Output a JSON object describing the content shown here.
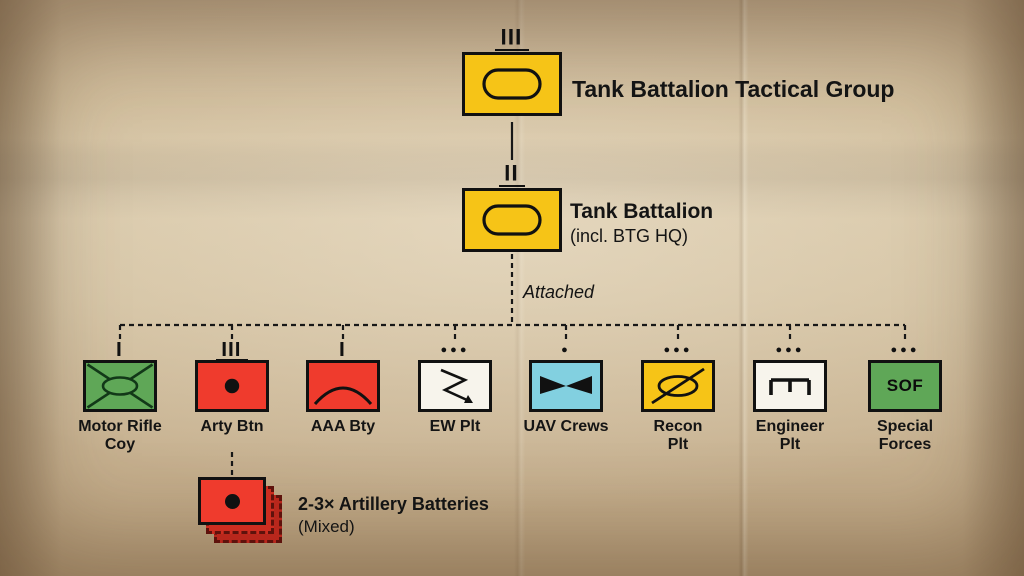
{
  "diagram": {
    "root": {
      "label": "Tank Battalion Tactical Group",
      "echelon": "|||",
      "color": "#f6c417"
    },
    "battalion": {
      "label": "Tank Battalion",
      "sublabel": "(incl. BTG HQ)",
      "echelon": "||",
      "color": "#f6c417"
    },
    "attached_label": "Attached",
    "units": [
      {
        "id": "motor-rifle-coy",
        "label1": "Motor Rifle",
        "label2": "Coy",
        "echelon": "|",
        "symbol": "mechanized-infantry",
        "color": "#5fa757"
      },
      {
        "id": "arty-btn",
        "label1": "Arty Btn",
        "label2": "",
        "echelon": "|||",
        "symbol": "artillery",
        "color": "#ef3b2d"
      },
      {
        "id": "aaa-bty",
        "label1": "AAA Bty",
        "label2": "",
        "echelon": "|",
        "symbol": "anti-aircraft-artillery",
        "color": "#ef3b2d"
      },
      {
        "id": "ew-plt",
        "label1": "EW Plt",
        "label2": "",
        "echelon": "●●●",
        "symbol": "electronic-warfare",
        "color": "#f7f4ec"
      },
      {
        "id": "uav-crews",
        "label1": "UAV Crews",
        "label2": "",
        "echelon": "●",
        "symbol": "uav",
        "color": "#82d0e0"
      },
      {
        "id": "recon-plt",
        "label1": "Recon",
        "label2": "Plt",
        "echelon": "●●●",
        "symbol": "reconnaissance",
        "color": "#f6c417"
      },
      {
        "id": "engineer-plt",
        "label1": "Engineer",
        "label2": "Plt",
        "echelon": "●●●",
        "symbol": "engineer",
        "color": "#f7f4ec"
      },
      {
        "id": "special-forces",
        "label1": "Special",
        "label2": "Forces",
        "echelon": "●●●",
        "symbol": "special-operations-forces",
        "color": "#5fa757",
        "symbol_text": "SOF"
      }
    ],
    "artillery_note": {
      "label": "2-3× Artillery Batteries",
      "sublabel": "(Mixed)",
      "color": "#ef3b2d"
    }
  }
}
